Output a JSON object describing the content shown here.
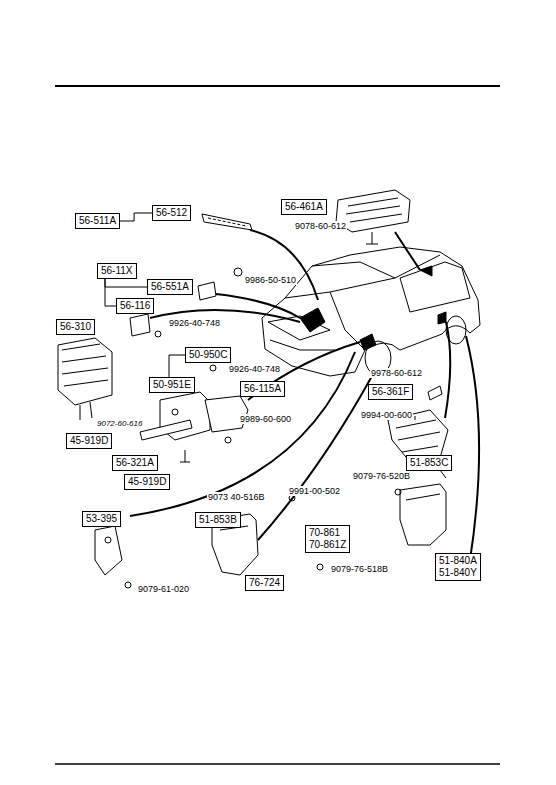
{
  "diagram": {
    "nodes": [
      {
        "text": [
          "56-512"
        ]
      },
      {
        "text": [
          "56-511A"
        ]
      },
      {
        "text": [
          "56-461A"
        ]
      },
      {
        "text": [
          "56-11X"
        ]
      },
      {
        "text": [
          "56-551A"
        ]
      },
      {
        "text": [
          "56-116"
        ]
      },
      {
        "text": [
          "56-310"
        ]
      },
      {
        "text": [
          "50-950C"
        ]
      },
      {
        "text": [
          "50-951E"
        ]
      },
      {
        "text": [
          "56-115A"
        ]
      },
      {
        "text": [
          "56-361F"
        ]
      },
      {
        "text": [
          "45-919D"
        ]
      },
      {
        "text": [
          "56-321A"
        ]
      },
      {
        "text": [
          "51-853C"
        ]
      },
      {
        "text": [
          "45-919D"
        ]
      },
      {
        "text": [
          "53-395"
        ]
      },
      {
        "text": [
          "51-853B"
        ]
      },
      {
        "text": [
          "70-861",
          "70-861Z"
        ]
      },
      {
        "text": [
          "51-840A",
          "51-840Y"
        ]
      },
      {
        "text": [
          "76-724"
        ]
      }
    ],
    "edges": [
      {
        "from": 1,
        "to": 0,
        "arrow": "none"
      },
      {
        "from": 3,
        "to": 4,
        "arrow": "none"
      },
      {
        "from": 3,
        "to": 5,
        "arrow": "none"
      },
      {
        "from": 7,
        "to": 8,
        "arrow": "none"
      }
    ],
    "labels": [
      "9078-60-612",
      "9986-50-510",
      "9926-40-748",
      "9926-40-748",
      "9072-60-616",
      "9989-60-600",
      "9978-60-612",
      "9994-00-600",
      "9991-00-502",
      "9079-76-520B",
      "9073 40-516B",
      "9079-61-020",
      "9079-76-518B"
    ]
  }
}
